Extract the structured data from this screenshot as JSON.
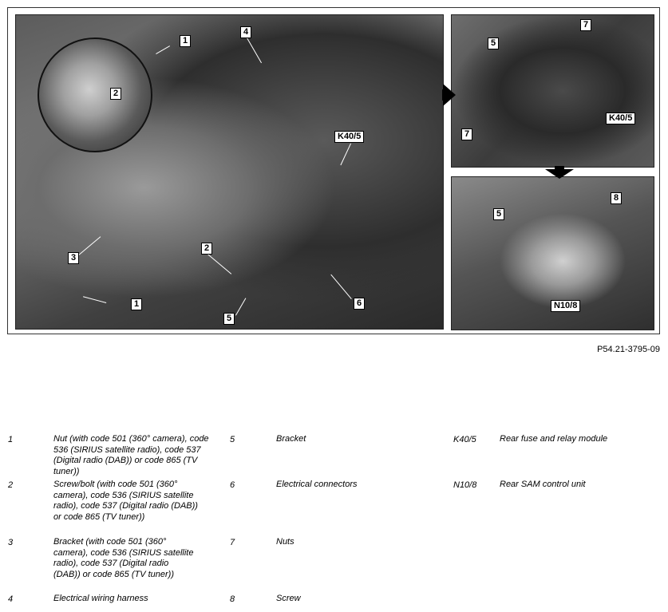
{
  "figure": {
    "id_label": "P54.21-3795-09",
    "callouts_main": [
      "1",
      "2",
      "4",
      "K40/5",
      "3",
      "2",
      "1",
      "5",
      "6"
    ],
    "callouts_top_right": [
      "7",
      "5",
      "K40/5",
      "7"
    ],
    "callouts_bottom_right": [
      "5",
      "8",
      "N10/8"
    ]
  },
  "legend": {
    "col1": [
      {
        "key": "1",
        "text": "Nut (with code 501 (360° camera), code 536 (SIRIUS satellite radio), code 537 (Digital radio (DAB)) or code 865 (TV tuner))"
      },
      {
        "key": "2",
        "text": "Screw/bolt (with code 501 (360° camera), code 536 (SIRIUS satellite radio), code 537 (Digital radio (DAB)) or code 865 (TV tuner))"
      },
      {
        "key": "3",
        "text": "Bracket (with code 501 (360° camera), code 536 (SIRIUS satellite radio), code 537 (Digital radio (DAB)) or code 865 (TV tuner))"
      },
      {
        "key": "4",
        "text": "Electrical wiring harness"
      }
    ],
    "col2": [
      {
        "key": "5",
        "text": "Bracket"
      },
      {
        "key": "6",
        "text": "Electrical connectors"
      },
      {
        "key": "7",
        "text": "Nuts"
      },
      {
        "key": "8",
        "text": "Screw"
      }
    ],
    "col3": [
      {
        "key": "K40/5",
        "text": "Rear fuse and relay module"
      },
      {
        "key": "N10/8",
        "text": "Rear SAM control unit"
      }
    ]
  }
}
